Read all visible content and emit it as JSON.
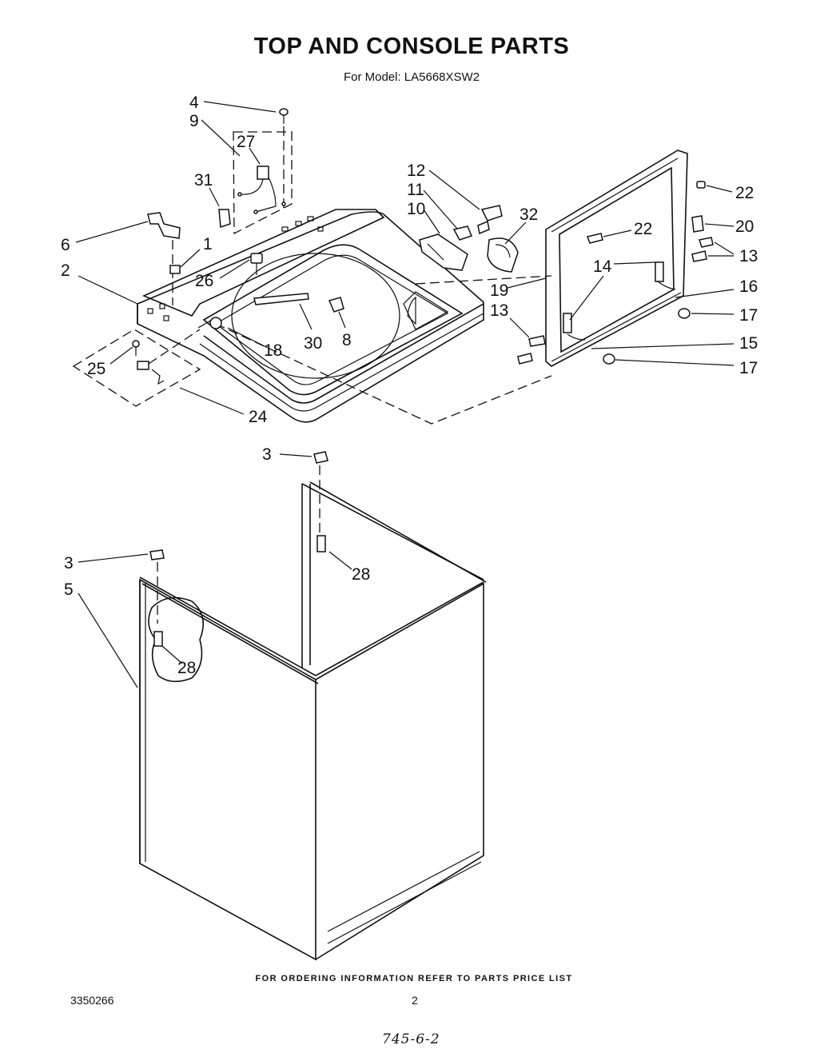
{
  "header": {
    "title": "TOP AND CONSOLE PARTS",
    "model_line": "For Model: LA5668XSW2"
  },
  "footer": {
    "ordering_note": "FOR ORDERING INFORMATION REFER TO PARTS PRICE LIST",
    "document_number": "3350266",
    "page_number": "2",
    "handwritten_note": "745-6-2"
  },
  "callouts": {
    "c4": "4",
    "c9": "9",
    "c27": "27",
    "c31": "31",
    "c6": "6",
    "c1": "1",
    "c2": "2",
    "c26": "26",
    "c25": "25",
    "c18": "18",
    "c30": "30",
    "c8": "8",
    "c24": "24",
    "c12": "12",
    "c11": "11",
    "c10": "10",
    "c32": "32",
    "c22a": "22",
    "c22b": "22",
    "c20": "20",
    "c13a": "13",
    "c14": "14",
    "c16": "16",
    "c19": "19",
    "c13b": "13",
    "c17a": "17",
    "c15": "15",
    "c17b": "17",
    "c3a": "3",
    "c28a": "28",
    "c3b": "3",
    "c5": "5",
    "c28b": "28"
  }
}
